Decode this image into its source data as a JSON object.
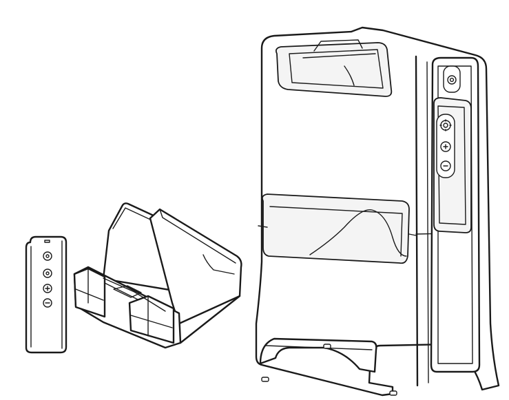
{
  "illustration": {
    "objects": [
      "remote-control",
      "charging-dock",
      "dispenser-unit"
    ],
    "line_color": "#1a1a1a",
    "background_color": "#ffffff",
    "remote": {
      "button_icons": [
        "power-icon",
        "power-icon",
        "plus-icon",
        "minus-icon"
      ]
    },
    "device_panel": {
      "button_icons": [
        "gear-icon",
        "plus-icon",
        "minus-icon"
      ],
      "top_button": "power-icon"
    }
  }
}
